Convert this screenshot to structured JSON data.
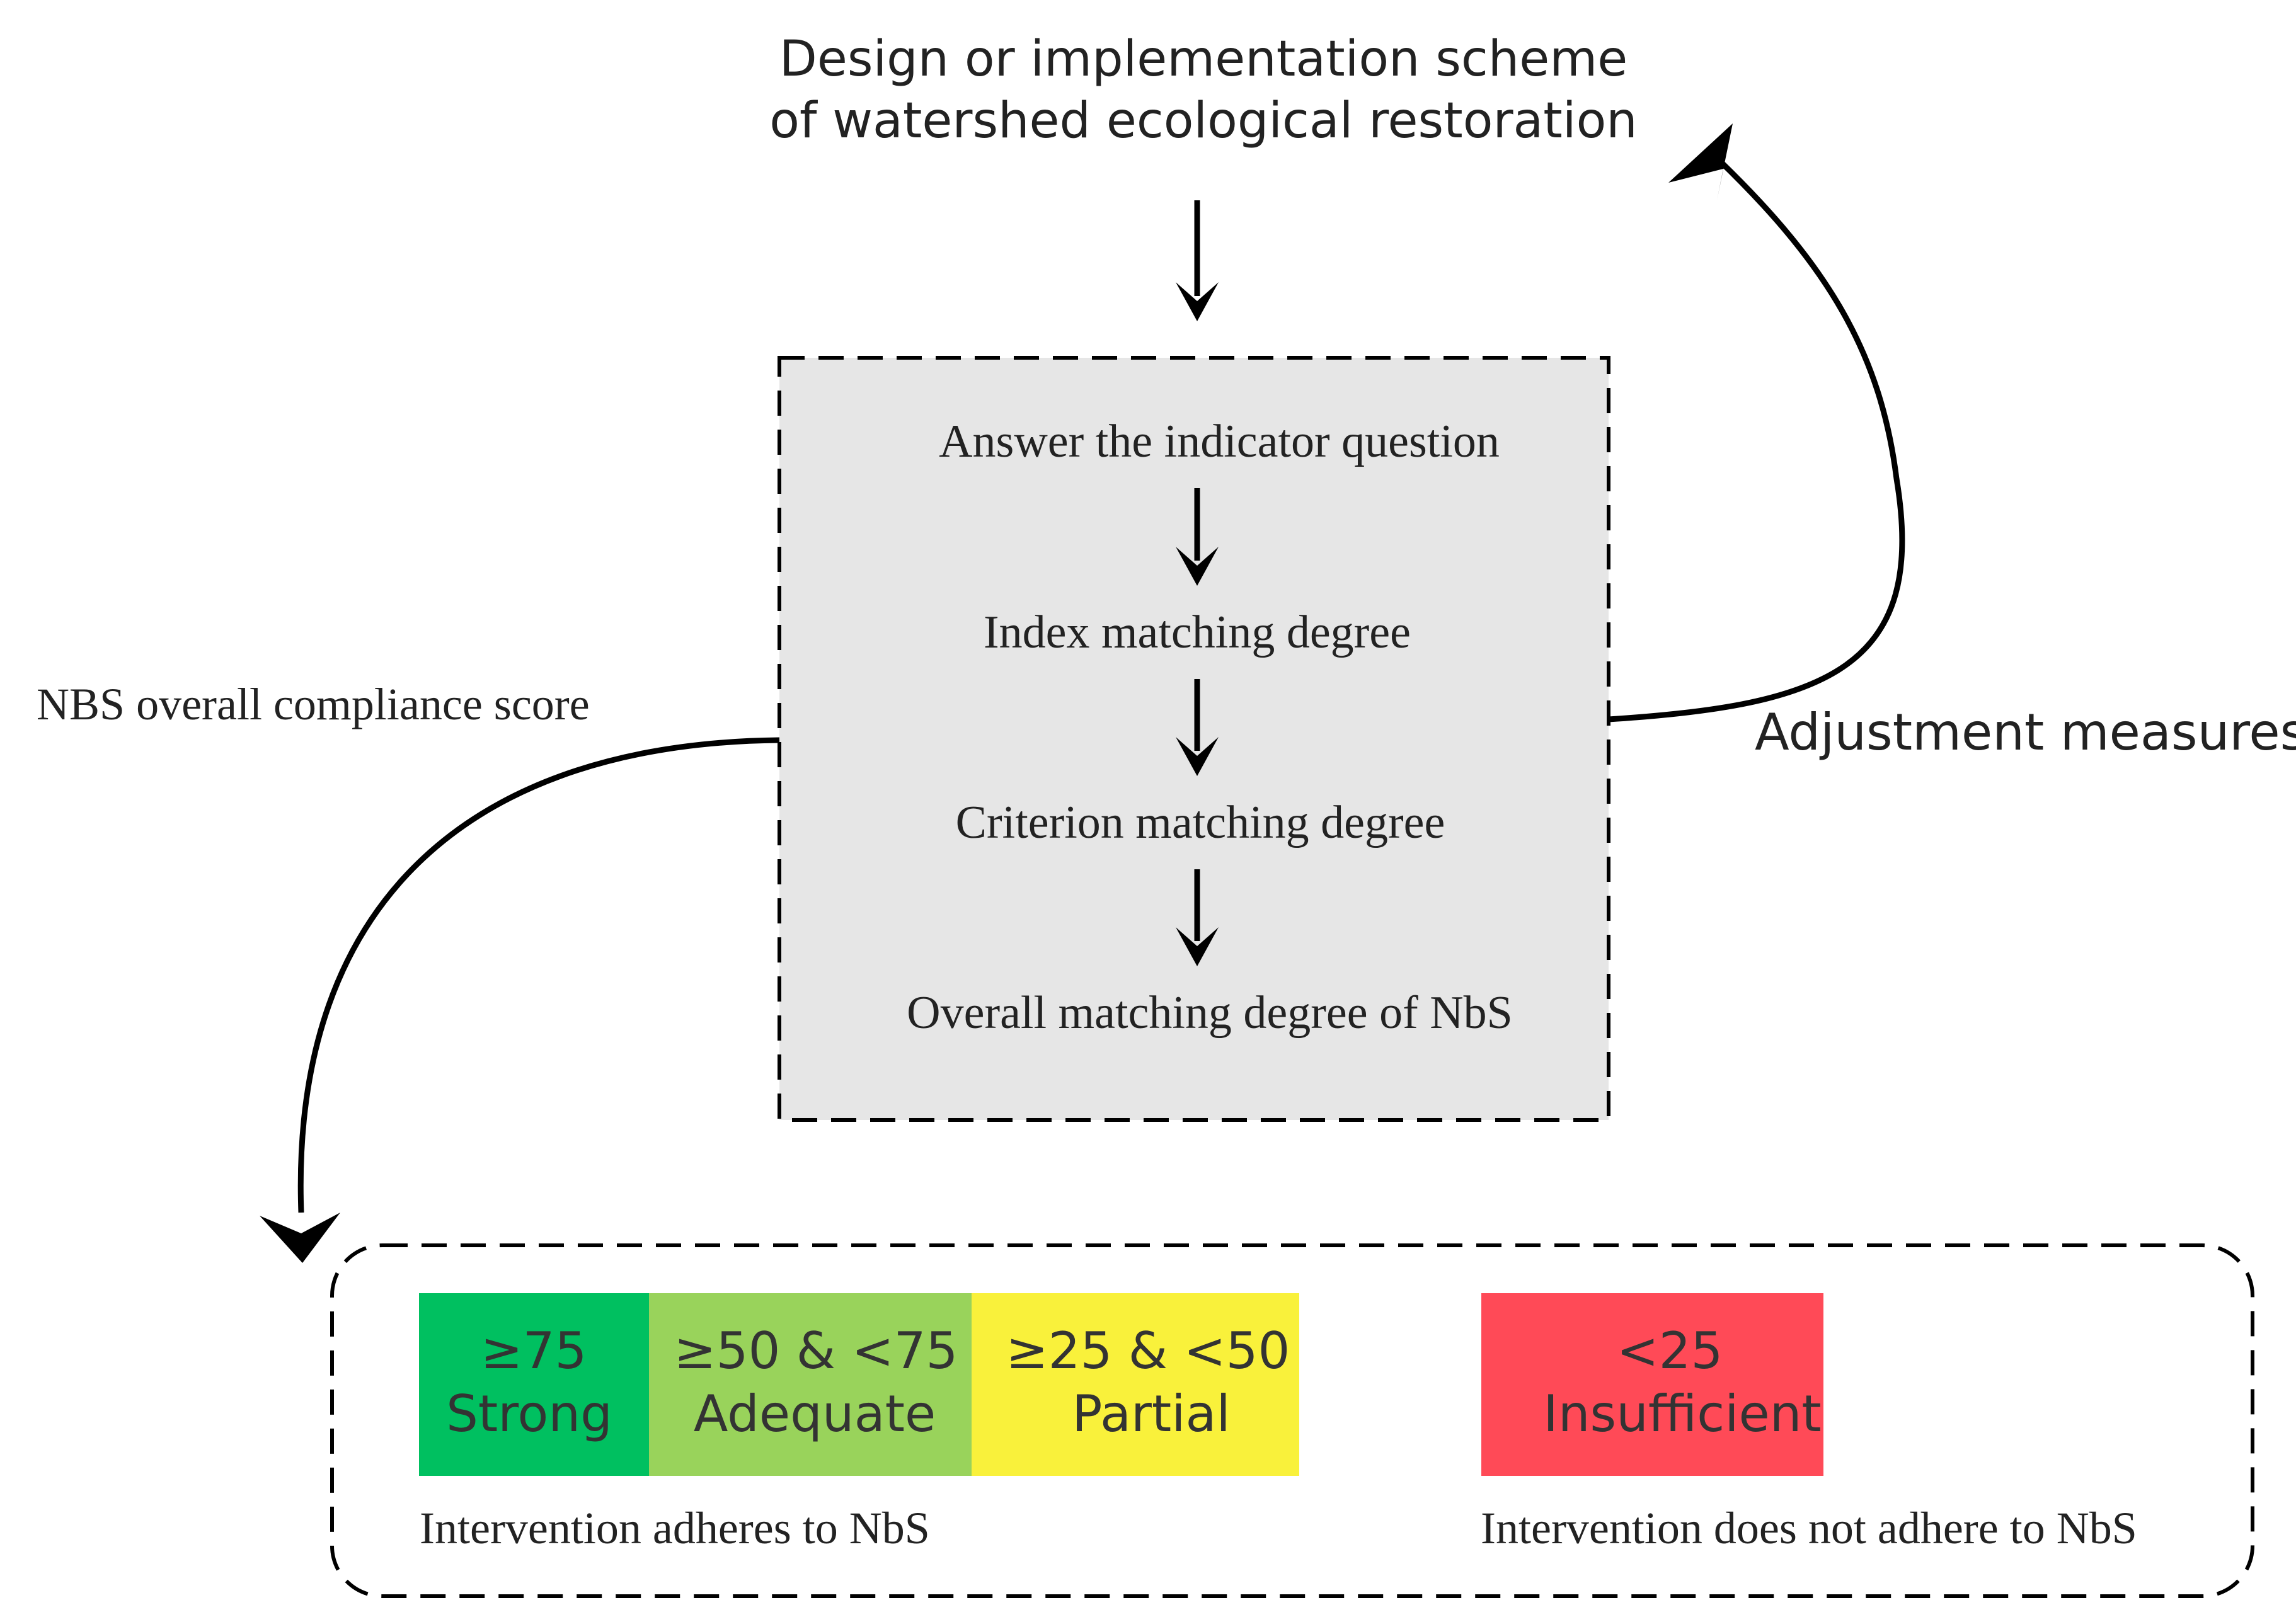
{
  "top_title": {
    "line1": "Design or implementation scheme",
    "line2": "of watershed ecological restoration"
  },
  "process_steps": [
    "Answer the indicator question",
    "Index matching degree",
    "Criterion matching degree",
    "Overall matching degree of NbS"
  ],
  "left_label": "NBS overall compliance score",
  "right_label": "Adjustment measures",
  "categories": [
    {
      "range": "≥75",
      "label": "Strong",
      "color": "#00c060"
    },
    {
      "range": "≥50 & <75",
      "label": "Adequate",
      "color": "#99d35b"
    },
    {
      "range": "≥25 & <50",
      "label": "Partial",
      "color": "#f9f13b"
    },
    {
      "range": "<25",
      "label": "Insufficient",
      "color": "#ff4a57"
    }
  ],
  "adheres_label": "Intervention adheres to NbS",
  "not_adheres_label": "Intervention does not adhere to NbS"
}
